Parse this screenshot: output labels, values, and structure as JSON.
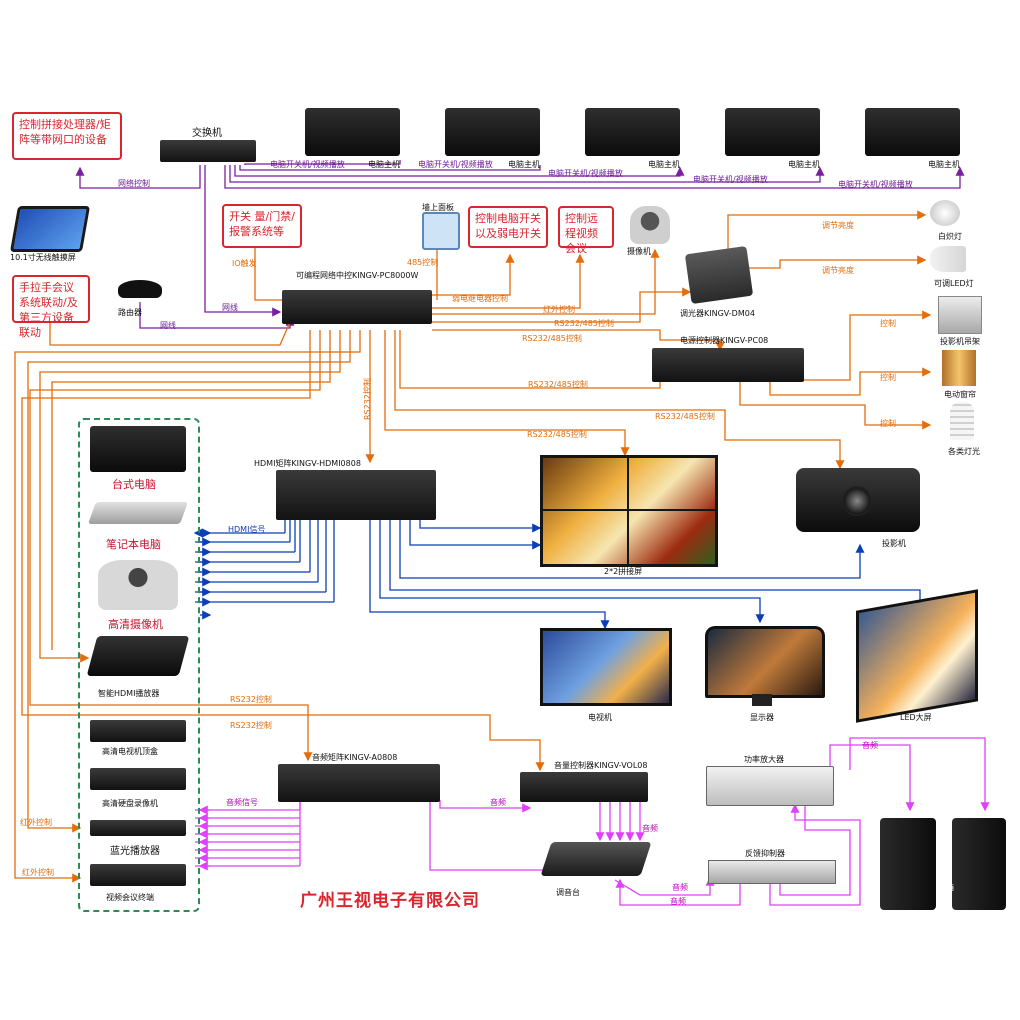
{
  "company": "广州王视电子有限公司",
  "boxes": {
    "splicing": "控制拼接处理器/矩阵等带网口的设备",
    "switch_alarm": "开关 量/门禁/报警系统等",
    "pc_power": "控制电脑开关以及弱电开关",
    "remote_meeting": "控制远程视频会议",
    "third_party": "手拉手会议系统联动/及第三方设备联动"
  },
  "devices": {
    "switch": "交换机",
    "touch_panel": "10.1寸无线触摸屏",
    "router": "路由器",
    "wall_panel": "墙上面板",
    "camera": "摄像机",
    "central_ctrl": "可编程网络中控KINGV-PC8000W",
    "dimmer": "调光器KINGV-DM04",
    "power_ctrl": "电源控制器KINGV-PC08",
    "hdmi_matrix": "HDMI矩阵KINGV-HDMI0808",
    "splice_screen": "2*2拼接屏",
    "projector": "投影机",
    "tv": "电视机",
    "monitor": "显示器",
    "led_screen": "LED大屏",
    "audio_matrix": "音频矩阵KINGV-A0808",
    "vol_ctrl": "音量控制器KINGV-VOL08",
    "mixer": "调音台",
    "amplifier": "功率放大器",
    "feedback": "反馈抑制器",
    "speaker": "音箱",
    "incandescent": "白炽灯",
    "led_light": "可调LED灯",
    "projector_lift": "投影机吊架",
    "curtain": "电动窗帘",
    "lights": "各类灯光"
  },
  "pcs": [
    "电脑主机",
    "电脑主机",
    "电脑主机",
    "电脑主机",
    "电脑主机"
  ],
  "sources": {
    "desktop": "台式电脑",
    "laptop": "笔记本电脑",
    "hd_camera": "高清摄像机",
    "hdmi_player": "智能HDMI播放器",
    "stb": "高清电视机顶盒",
    "dvr": "高清硬盘录像机",
    "bluray": "蓝光播放器",
    "video_conf": "视频会议终端"
  },
  "edges": {
    "net_ctrl": "网络控制",
    "pc_switch": "电脑开关机/视频播放",
    "wire": "网线",
    "io": "IO触发",
    "rs485": "485控制",
    "weak_relay": "弱电继电器控制",
    "ir": "红外控制",
    "rs232_485": "RS232/485控制",
    "rs232": "RS232控制",
    "dim": "调节亮度",
    "ctrl": "控制",
    "hdmi": "HDMI信号",
    "audio_sig": "音频信号",
    "audio": "音频"
  },
  "colors": {
    "orange": "#e46c0a",
    "purple": "#7b1fa2",
    "blue": "#0b3fb8",
    "magenta": "#e040fb",
    "red": "#d9262e",
    "green": "#2e8b57"
  }
}
